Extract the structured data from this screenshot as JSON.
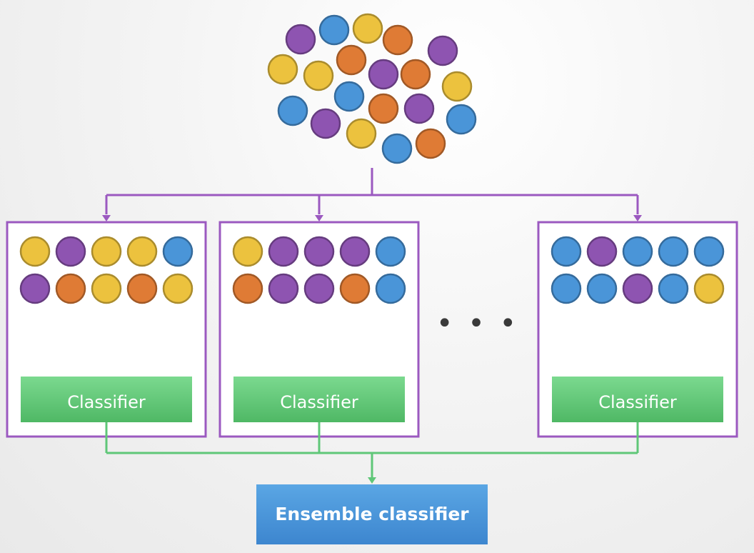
{
  "colors": {
    "yellow": "#ecc23e",
    "purple": "#8e54b1",
    "orange": "#df7b35",
    "blue": "#4a95d8",
    "purple_line": "#9b59c0",
    "green_line": "#5fc778",
    "classifier_green": "#5cc471",
    "ensemble_blue": "#4b95da"
  },
  "icons": {
    "data_point": "filled-circle",
    "ellipsis": "three-dots"
  },
  "diagram": {
    "population_colors": [
      "purple",
      "blue",
      "yellow",
      "orange",
      "purple",
      "yellow",
      "yellow",
      "orange",
      "purple",
      "orange",
      "yellow",
      "blue",
      "purple",
      "blue",
      "orange",
      "purple",
      "blue",
      "yellow",
      "blue",
      "orange"
    ],
    "subsets": [
      {
        "rows": [
          [
            "yellow",
            "purple",
            "yellow",
            "yellow",
            "blue"
          ],
          [
            "purple",
            "orange",
            "yellow",
            "orange",
            "yellow"
          ]
        ],
        "classifier_label": "Classifier"
      },
      {
        "rows": [
          [
            "yellow",
            "purple",
            "purple",
            "purple",
            "blue"
          ],
          [
            "orange",
            "purple",
            "purple",
            "orange",
            "blue"
          ]
        ],
        "classifier_label": "Classifier"
      },
      {
        "rows": [
          [
            "blue",
            "purple",
            "blue",
            "blue",
            "blue"
          ],
          [
            "blue",
            "blue",
            "purple",
            "blue",
            "yellow"
          ]
        ],
        "classifier_label": "Classifier"
      }
    ],
    "ellipsis": "• • •",
    "ensemble_label": "Ensemble classifier"
  }
}
